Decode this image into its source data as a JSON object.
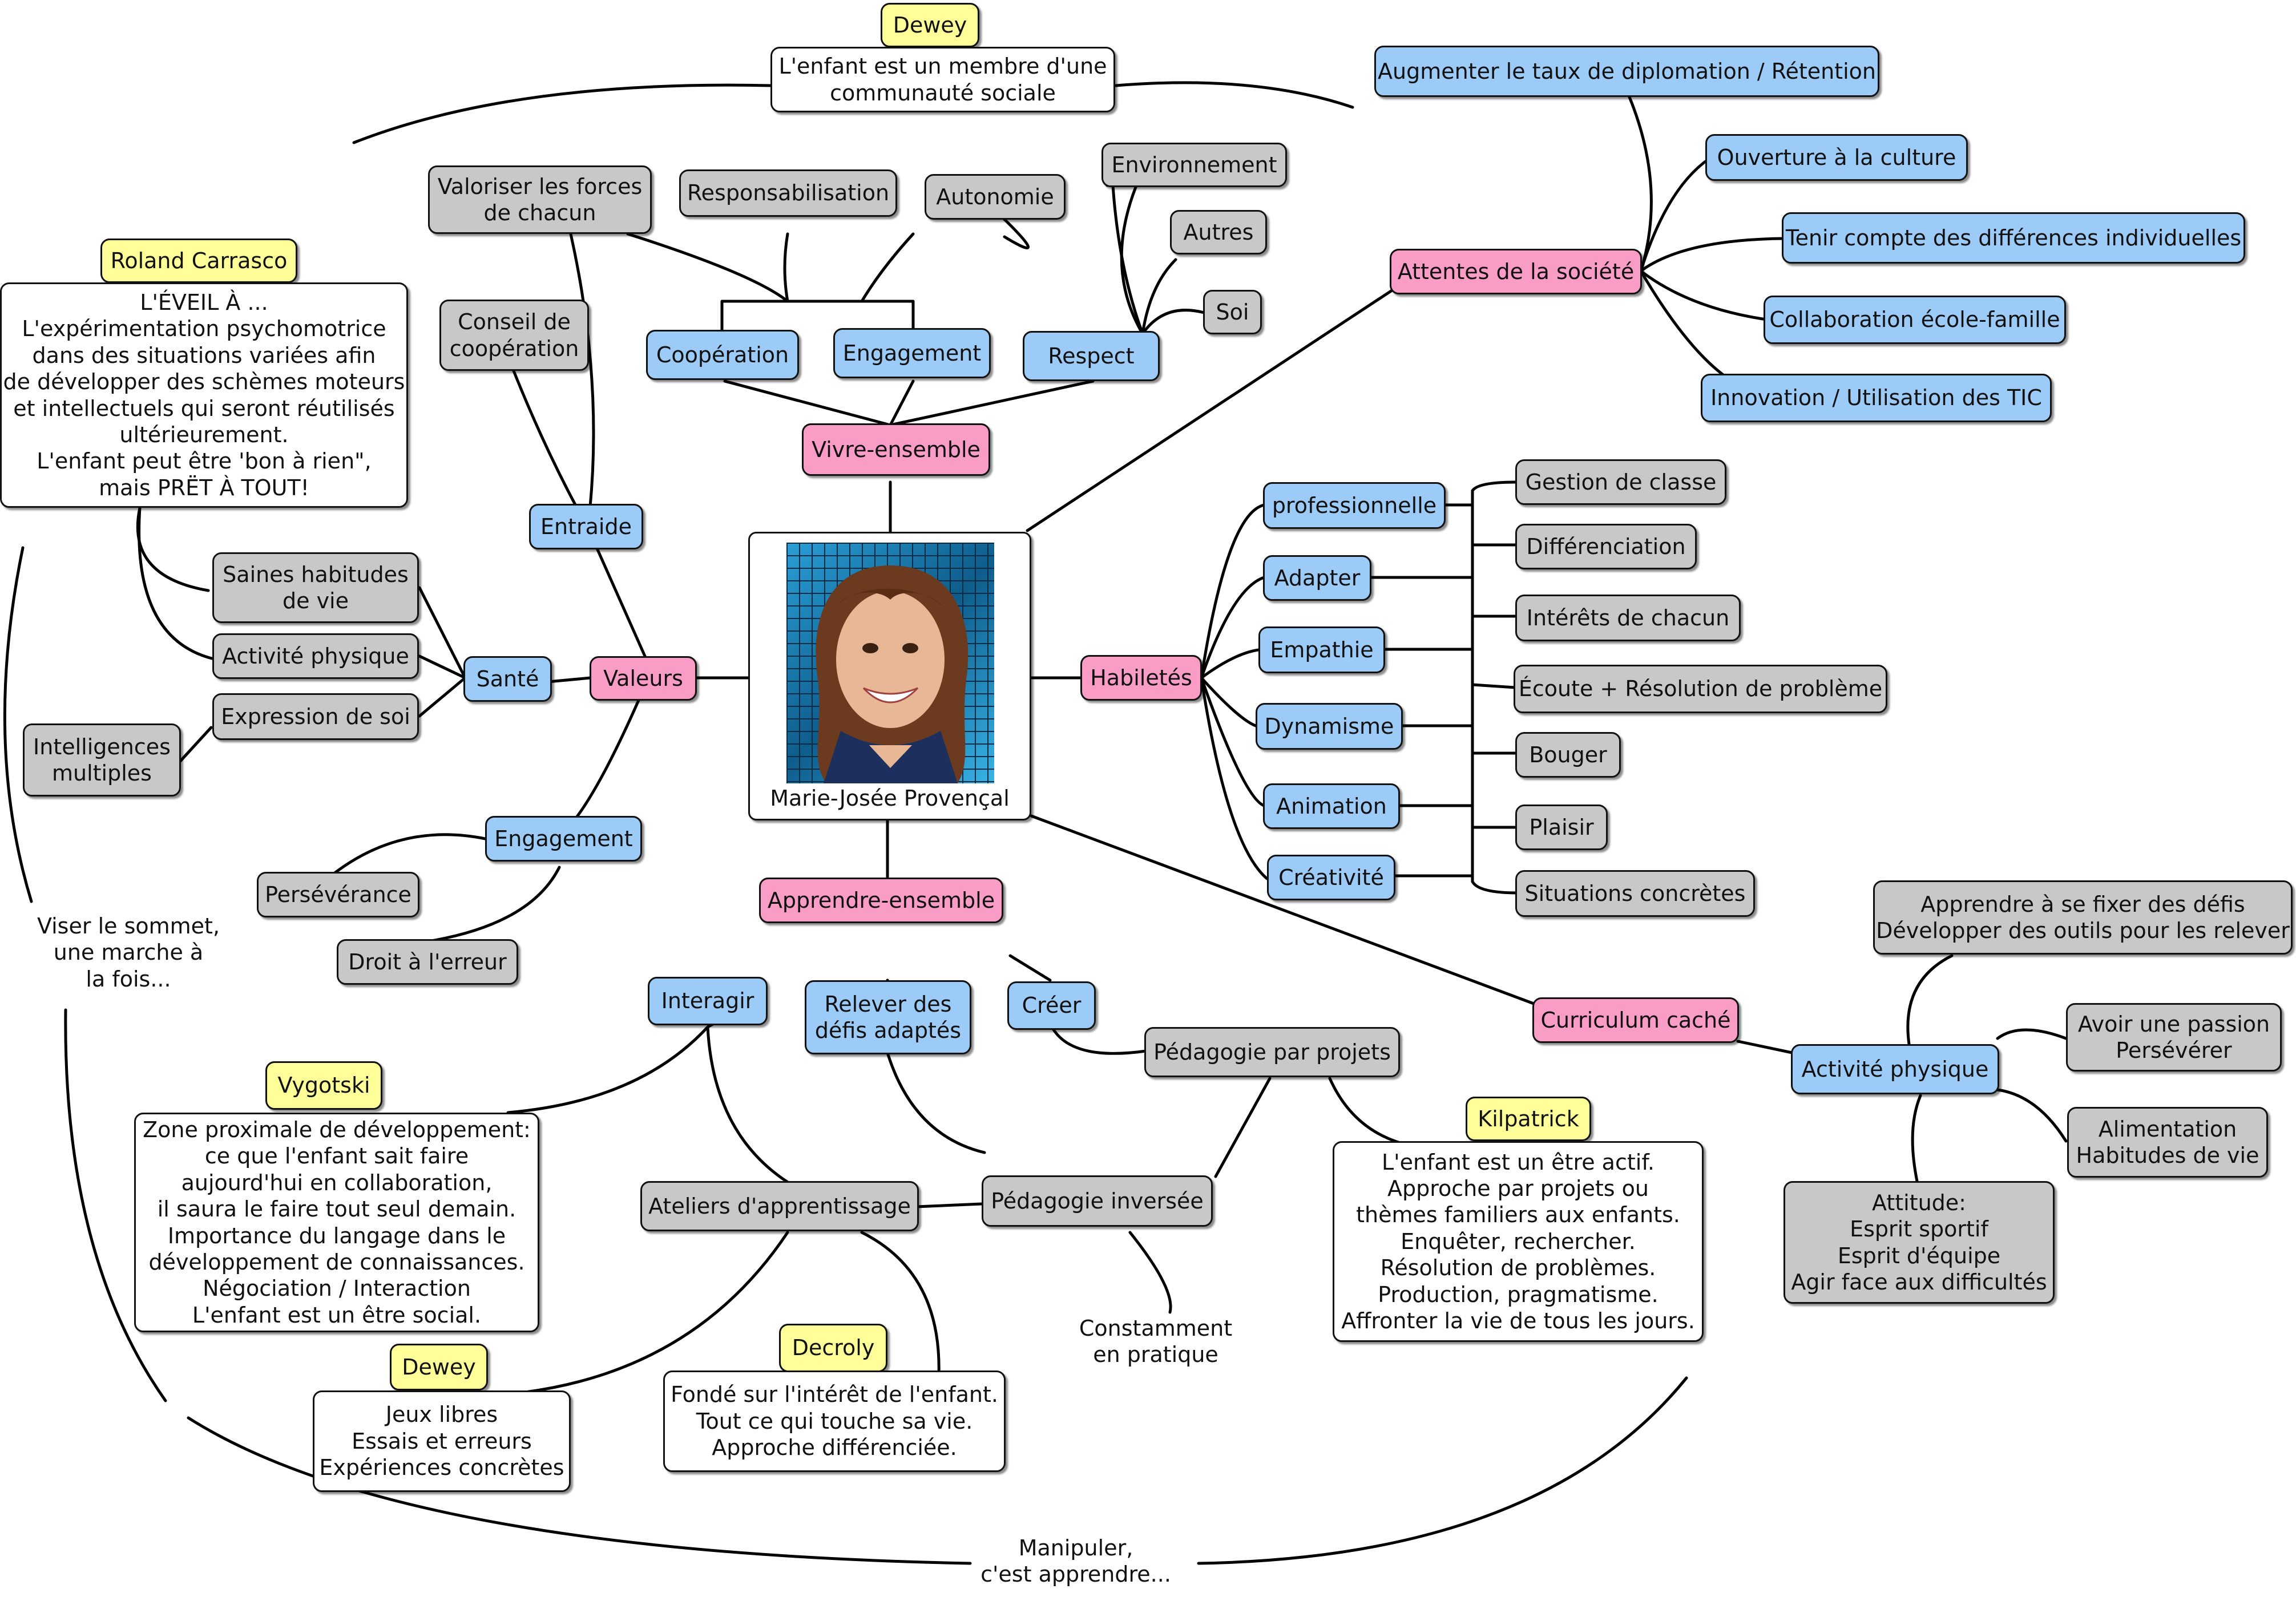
{
  "center": {
    "name": "Marie-Josée Provençal"
  },
  "main_branches": {
    "vivre_ensemble": "Vivre-ensemble",
    "valeurs": "Valeurs",
    "habiletes": "Habiletés",
    "apprendre_ensemble": "Apprendre-ensemble",
    "attentes": "Attentes de la société",
    "curriculum": "Curriculum caché"
  },
  "vivre_ensemble": {
    "cooperation": "Coopération",
    "engagement": "Engagement",
    "respect": "Respect",
    "valoriser": "Valoriser les forces\nde chacun",
    "responsabilisation": "Responsabilisation",
    "autonomie": "Autonomie",
    "environnement": "Environnement",
    "autres": "Autres",
    "soi": "Soi"
  },
  "dewey_top": {
    "label": "Dewey",
    "text": "L'enfant est un membre d'une\ncommunauté sociale"
  },
  "valeurs": {
    "entraide": "Entraide",
    "conseil": "Conseil de\ncoopération",
    "sante": "Santé",
    "saines": "Saines habitudes\nde vie",
    "activite": "Activité physique",
    "expression": "Expression de soi",
    "intelligences": "Intelligences\nmultiples",
    "engagement": "Engagement",
    "perseverance": "Persévérance",
    "droit": "Droit à l'erreur"
  },
  "carrasco": {
    "label": "Roland Carrasco",
    "text": "L'ÉVEIL À ...\nL'expérimentation psychomotrice\ndans des situations variées afin\nde développer des schèmes moteurs\net intellectuels qui seront réutilisés\nultérieurement.\nL'enfant peut être 'bon à rien\",\nmais PRËT À TOUT!"
  },
  "viser": "Viser le sommet,\nune marche à\nla fois...",
  "habiletes": {
    "left": [
      "professionnelle",
      "Adapter",
      "Empathie",
      "Dynamisme",
      "Animation",
      "Créativité"
    ],
    "right": [
      "Gestion de classe",
      "Différenciation",
      "Intérêts de chacun",
      "Écoute + Résolution de problème",
      "Bouger",
      "Plaisir",
      "Situations concrètes"
    ]
  },
  "attentes": [
    "Augmenter le taux de diplomation / Rétention",
    "Ouverture à la culture",
    "Tenir compte des différences individuelles",
    "Collaboration école-famille",
    "Innovation / Utilisation des TIC"
  ],
  "curriculum": {
    "activite": "Activité physique",
    "defis": "Apprendre à se fixer des défis\nDévelopper des outils pour les relever",
    "passion": "Avoir une passion\nPersévérer",
    "alimentation": "Alimentation\nHabitudes de vie",
    "attitude": "Attitude:\nEsprit sportif\nEsprit d'équipe\nAgir face aux difficultés"
  },
  "apprendre": {
    "interagir": "Interagir",
    "relever": "Relever des\ndéfis adaptés",
    "creer": "Créer",
    "pedagogie_projets": "Pédagogie par projets",
    "ateliers": "Ateliers d'apprentissage",
    "inversee": "Pédagogie inversée",
    "constamment": "Constamment\nen pratique"
  },
  "vygotski": {
    "label": "Vygotski",
    "text": "Zone proximale de développement:\nce que l'enfant sait faire\naujourd'hui en collaboration,\nil saura le faire tout seul demain.\nImportance du langage dans le\ndéveloppement de connaissances.\nNégociation / Interaction\nL'enfant est un être social."
  },
  "kilpatrick": {
    "label": "Kilpatrick",
    "text": "L'enfant est un être actif.\nApproche par projets ou\nthèmes familiers aux enfants.\nEnquêter, rechercher.\nRésolution de problèmes.\nProduction, pragmatisme.\nAffronter la vie de tous les jours."
  },
  "dewey_bottom": {
    "label": "Dewey",
    "text": "Jeux libres\nEssais et erreurs\nExpériences concrètes"
  },
  "decroly": {
    "label": "Decroly",
    "text": "Fondé sur l'intérêt de l'enfant.\nTout ce qui touche sa vie.\nApproche différenciée."
  },
  "manipuler": "Manipuler,\nc'est apprendre...",
  "colors": {
    "pink": "#f99dc6",
    "blue": "#9dcbf7",
    "grey": "#c8c8c8",
    "yellow": "#ffff99"
  }
}
